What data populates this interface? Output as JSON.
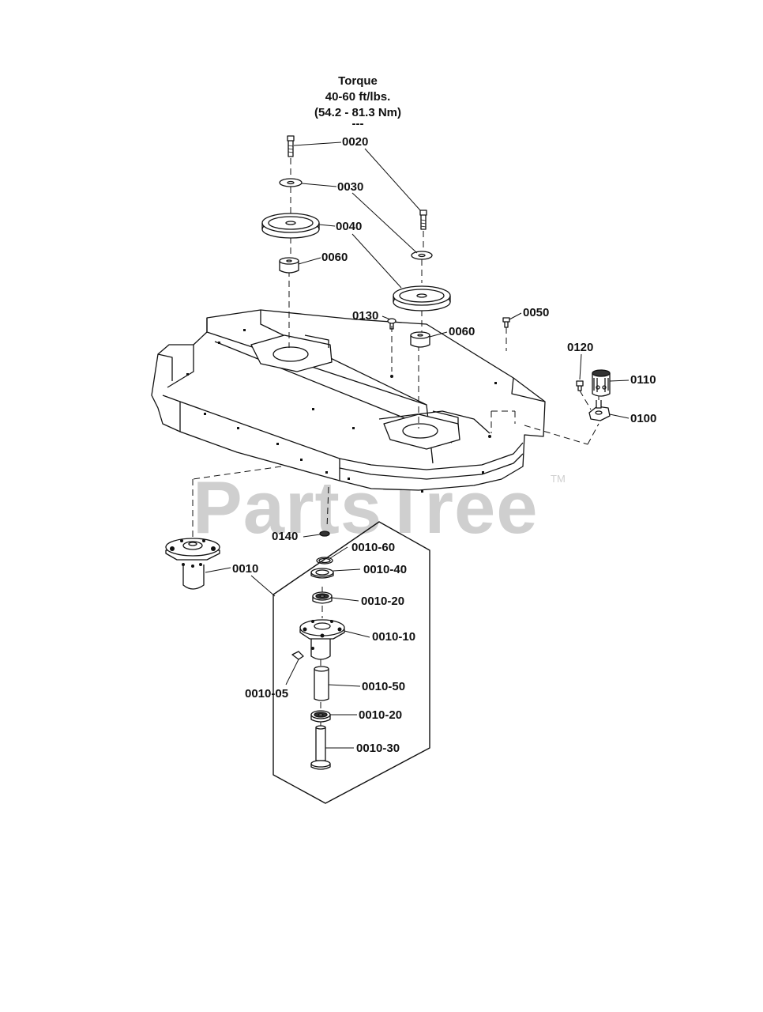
{
  "torque_note": {
    "line1": "Torque",
    "line2": "40-60 ft/lbs.",
    "line3": "(54.2 - 81.3 Nm)",
    "line4": "---"
  },
  "watermark": {
    "text": "PartsTree",
    "tm": "TM"
  },
  "labels": {
    "p0020": "0020",
    "p0030": "0030",
    "p0040": "0040",
    "p0060a": "0060",
    "p0060b": "0060",
    "p0130": "0130",
    "p0050": "0050",
    "p0120": "0120",
    "p0110": "0110",
    "p0100": "0100",
    "p0140": "0140",
    "p0010": "0010",
    "p0010_60": "0010-60",
    "p0010_40": "0010-40",
    "p0010_20a": "0010-20",
    "p0010_10": "0010-10",
    "p0010_05": "0010-05",
    "p0010_50": "0010-50",
    "p0010_20b": "0010-20",
    "p0010_30": "0010-30"
  },
  "colors": {
    "line": "#111111",
    "watermark": "#cfcfcf",
    "part_fill": "#ffffff",
    "dark_fill": "#333333"
  }
}
